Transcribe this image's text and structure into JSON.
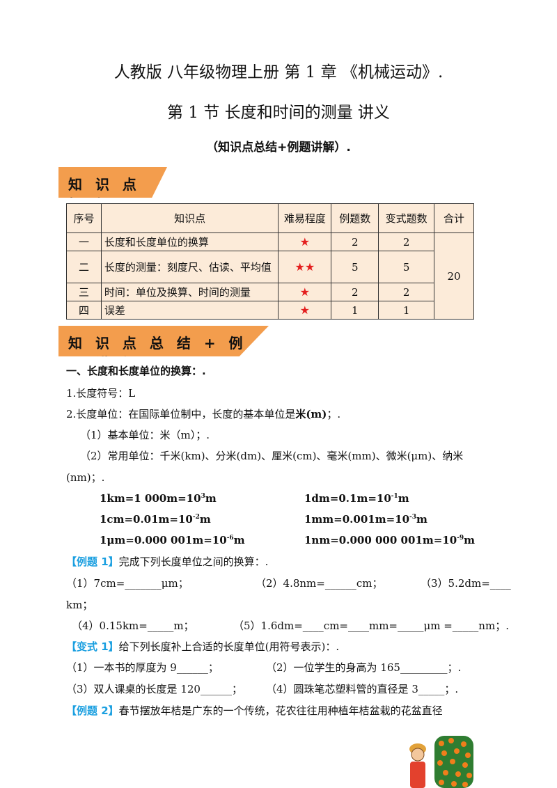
{
  "header": {
    "title1": "人教版 八年级物理上册 第 1 章 《机械运动》.",
    "title2": "第 1 节 长度和时间的测量 讲义",
    "title3": "（知识点总结+例题讲解）."
  },
  "banner_framework": "知 识 点 框 架",
  "banner_summary": "知 识 点 总 结 + 例 题 讲 解",
  "table": {
    "headers": [
      "序号",
      "知识点",
      "难易程度",
      "例题数",
      "变式题数",
      "合计"
    ],
    "rows": [
      {
        "no": "一",
        "topic": "长度和长度单位的换算",
        "difficulty": "★",
        "examples": "2",
        "variants": "2"
      },
      {
        "no": "二",
        "topic": "长度的测量：刻度尺、估读、平均值",
        "difficulty": "★★",
        "examples": "5",
        "variants": "5"
      },
      {
        "no": "三",
        "topic": "时间：单位及换算、时间的测量",
        "difficulty": "★",
        "examples": "2",
        "variants": "2"
      },
      {
        "no": "四",
        "topic": "误差",
        "difficulty": "★",
        "examples": "1",
        "variants": "1"
      }
    ],
    "total": "20"
  },
  "content": {
    "section1": "一、长度和长度单位的换算：.",
    "item1": "1.长度符号：L",
    "item2_prefix": "2.长度单位：在国际单位制中，长度的基本单位是",
    "item2_bold": "米(m)",
    "item2_suffix": "；.",
    "sub1": "（1）基本单位：米（m）；.",
    "sub2_line1": "（2）常用单位：千米(km)、分米(dm)、厘米(cm)、毫米(mm)、微米(μm)、纳米",
    "sub2_line2": "(nm)；.",
    "f1a": "1km=1 000m=10",
    "f1a_exp": "3",
    "f1b": "1dm=0.1m=10",
    "f1b_exp": "-1",
    "f2a": "1cm=0.01m=10",
    "f2a_exp": "-2",
    "f2b": "1mm=0.001m=10",
    "f2b_exp": "-3",
    "f3a": "1μm=0.000 001m=10",
    "f3a_exp": "-6",
    "f3b": "1nm=0.000 000 001m=10",
    "f3b_exp": "-9",
    "unit_m": "m",
    "ex1_label": "【例题 1】",
    "ex1_text": "完成下列长度单位之间的换算：.",
    "ex1_q1": "（1）7cm=_______μm；",
    "ex1_q2": "（2）4.8nm=______cm；",
    "ex1_q3": "（3）5.2dm=____",
    "ex1_q3_cont": "km；",
    "ex1_q4": "（4）0.15km=_____m；",
    "ex1_q5": "（5）1.6dm=____cm=____mm=_____μm =_____nm；.",
    "var1_label": "【变式 1】",
    "var1_text": "给下列长度补上合适的长度单位(用符号表示)：.",
    "var1_q1": "（1）一本书的厚度为 9______；",
    "var1_q2": "（2）一位学生的身高为 165_________；.",
    "var1_q3": "（3）双人课桌的长度是 120______；",
    "var1_q4": "（4）圆珠笔芯塑料管的直径是 3_____；.",
    "ex2_label": "【例题 2】",
    "ex2_text": "春节摆放年桔是广东的一个传统，花农往往用种植年桔盆栽的花盆直径"
  }
}
